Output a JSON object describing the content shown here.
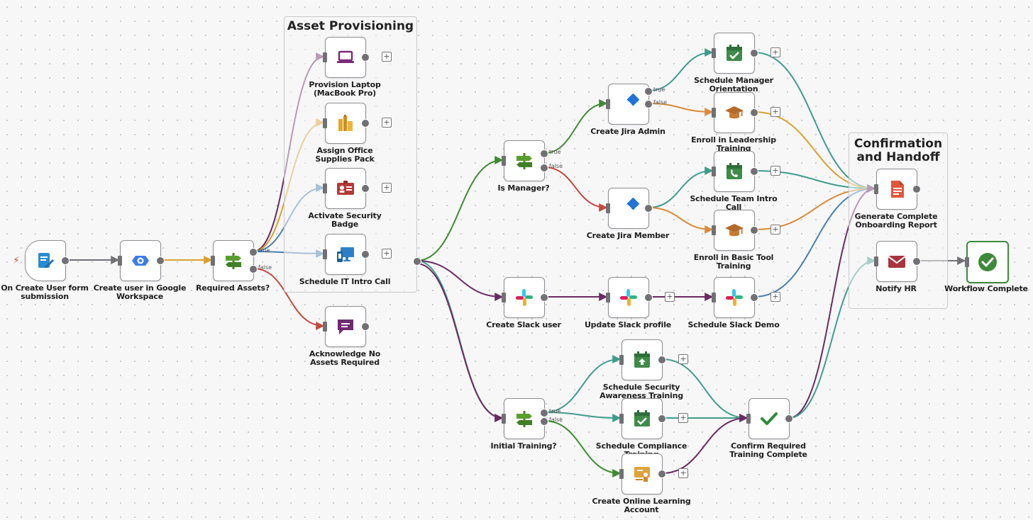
{
  "groups": {
    "asset_provisioning": "Asset Provisioning",
    "confirmation_line1": "Confirmation",
    "confirmation_line2": "and Handoff"
  },
  "nodes": {
    "trigger": {
      "label": "On Create User form submission",
      "icon": "form-edit-icon"
    },
    "google": {
      "label": "Create user in Google Workspace",
      "icon": "google-workspace-icon"
    },
    "required_assets": {
      "label": "Required Assets?",
      "icon": "signpost-icon"
    },
    "laptop": {
      "label": "Provision Laptop (MacBook Pro)",
      "icon": "laptop-icon"
    },
    "supplies": {
      "label": "Assign Office Supplies Pack",
      "icon": "office-supplies-icon"
    },
    "badge": {
      "label": "Activate Security Badge",
      "icon": "id-badge-icon"
    },
    "it_intro": {
      "label": "Schedule IT Intro Call",
      "icon": "computer-monitor-icon"
    },
    "ack": {
      "label": "Acknowledge No Assets Required",
      "icon": "chat-bubble-icon"
    },
    "is_manager": {
      "label": "Is Manager?",
      "icon": "signpost-icon"
    },
    "jira_admin": {
      "label": "Create Jira Admin",
      "icon": "jira-icon"
    },
    "jira_member": {
      "label": "Create Jira Member",
      "icon": "jira-icon"
    },
    "mgr_orient": {
      "label": "Schedule Manager Orientation",
      "icon": "calendar-check-icon"
    },
    "leadership": {
      "label": "Enroll in Leadership Training",
      "icon": "graduation-cap-icon"
    },
    "team_intro": {
      "label": "Schedule Team Intro Call",
      "icon": "calendar-phone-icon"
    },
    "basic_tool": {
      "label": "Enroll in Basic Tool Training",
      "icon": "graduation-cap-icon"
    },
    "slack_user": {
      "label": "Create Slack user",
      "icon": "slack-icon"
    },
    "slack_profile": {
      "label": "Update Slack profile",
      "icon": "slack-icon"
    },
    "slack_demo": {
      "label": "Schedule Slack Demo",
      "icon": "slack-icon"
    },
    "initial_training": {
      "label": "Initial Training?",
      "icon": "signpost-icon"
    },
    "sec_awareness": {
      "label": "Schedule Security Awareness Training",
      "icon": "calendar-upload-icon"
    },
    "compliance": {
      "label": "Schedule Compliance Training",
      "icon": "calendar-check-icon"
    },
    "online_learning": {
      "label": "Create Online Learning Account",
      "icon": "learning-board-icon"
    },
    "confirm_training": {
      "label": "Confirm Required Training Complete",
      "icon": "checkmark-icon"
    },
    "report": {
      "label": "Generate Complete Onboarding Report",
      "icon": "document-icon"
    },
    "notify_hr": {
      "label": "Notify HR",
      "icon": "envelope-icon"
    },
    "complete": {
      "label": "Workflow Complete",
      "icon": "check-circle-icon"
    }
  },
  "port_labels": {
    "true": "true",
    "false": "false"
  },
  "colors": {
    "purple": "#6b2a63",
    "gold": "#d9a12b",
    "blue": "#4a7fb0",
    "teal": "#3f9c8c",
    "green": "#3e8b2f",
    "red": "#c44a3c",
    "orange": "#d98c3a",
    "gray": "#707075",
    "dark_green": "#3d8a3a"
  }
}
